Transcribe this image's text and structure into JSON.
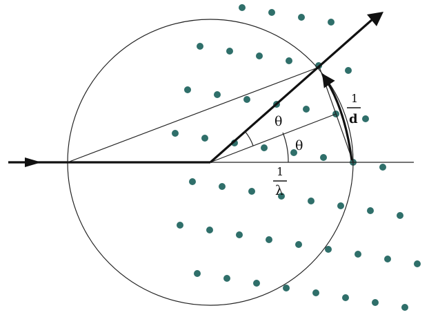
{
  "labels": {
    "theta": "θ",
    "one": "1",
    "d": "d",
    "lambda": "λ"
  },
  "colors": {
    "lattice_point": "#2f6f6a",
    "line": "#222222"
  }
}
